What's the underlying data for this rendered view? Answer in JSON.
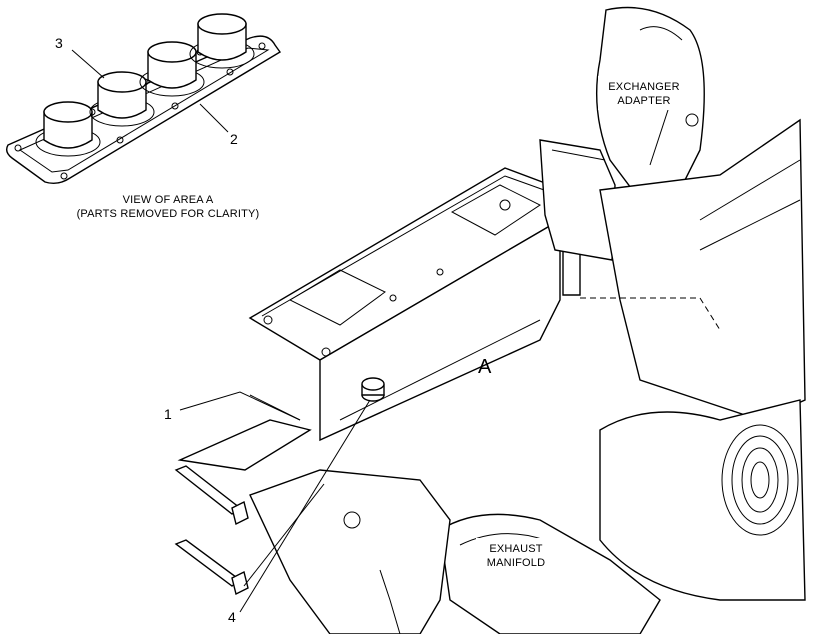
{
  "labels": {
    "callout_1": "1",
    "callout_2": "2",
    "callout_3": "3",
    "callout_4": "4",
    "area_a": "A",
    "view_caption_line1": "VIEW OF AREA A",
    "view_caption_line2": "(PARTS REMOVED FOR CLARITY)",
    "exchanger_line1": "EXCHANGER",
    "exchanger_line2": "ADAPTER",
    "exhaust_line1": "EXHAUST",
    "exhaust_line2": "MANIFOLD"
  },
  "colors": {
    "line": "#000000",
    "background": "#ffffff"
  }
}
